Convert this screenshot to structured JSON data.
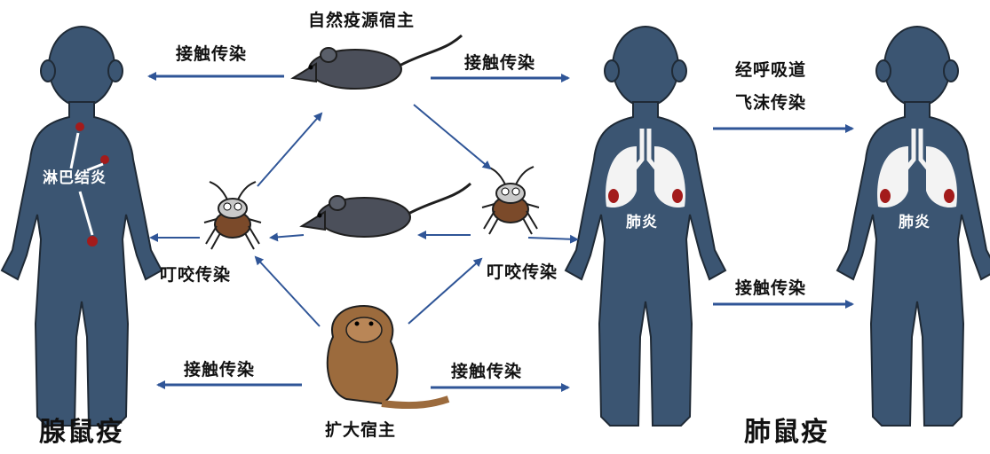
{
  "title_hosts": {
    "natural": "自然疫源宿主",
    "amplifying": "扩大宿主"
  },
  "routes": {
    "contact_left_top": "接触传染",
    "contact_mid_top": "接触传染",
    "contact_left_bottom": "接触传染",
    "contact_mid_bottom": "接触传染",
    "contact_right": "接触传染",
    "bite_left": "叮咬传染",
    "bite_right": "叮咬传染",
    "airborne_line1": "经呼吸道",
    "airborne_line2": "飞沫传染"
  },
  "bodies": {
    "left_label": "淋巴结炎",
    "mid_label": "肺炎",
    "right_label": "肺炎"
  },
  "diseases": {
    "bubonic": "腺鼠疫",
    "pneumonic": "肺鼠疫"
  },
  "colors": {
    "body": "#3b5572",
    "arrow": "#2f5597",
    "lesion": "#a31b1b",
    "lung": "#f3f3f3",
    "rat": "#4b4f5a",
    "marmot": "#9c6b3d",
    "flea": "#7b4a2a"
  },
  "icons": [
    "human-figure",
    "rat-icon",
    "flea-icon",
    "marmot-icon",
    "lung-icon",
    "arrow"
  ]
}
